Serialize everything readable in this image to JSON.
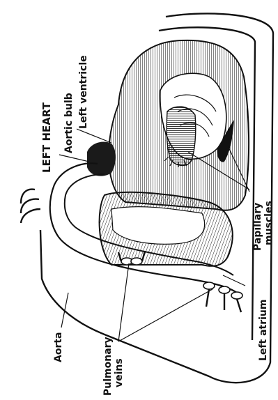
{
  "labels": {
    "title": "LEFT HEART",
    "aortic_bulb": "Aortic bulb",
    "left_ventricle": "Left ventricle",
    "papillary_muscles_line1": "Papillary",
    "papillary_muscles_line2": "muscles",
    "left_atrium": "Left atrium",
    "pulmonary_veins_line1": "Pulmonary",
    "pulmonary_veins_line2": "veins",
    "aorta": "Aorta"
  }
}
